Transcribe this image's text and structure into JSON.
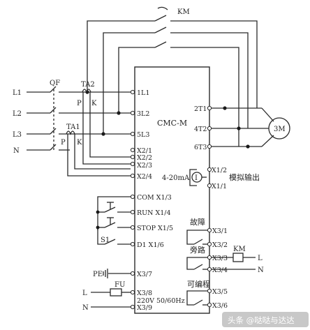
{
  "lines": {
    "l1": "L1",
    "l2": "L2",
    "l3": "L3",
    "n": "N"
  },
  "components": {
    "qf": "QF",
    "km": "KM",
    "ta1": "TA1",
    "ta2": "TA2",
    "p": "P",
    "k": "K",
    "s1": "S1",
    "fu": "FU",
    "motor": "3M",
    "pe": "PE"
  },
  "controller": {
    "model": "CMC-M"
  },
  "terminals": {
    "1l1": "1L1",
    "3l2": "3L2",
    "5l3": "5L3",
    "x21": "X2/1",
    "x22": "X2/2",
    "x23": "X2/3",
    "x24": "X2/4",
    "com": "COM  X1/3",
    "run": "RUN  X1/4",
    "stop": "STOP  X1/5",
    "d1": "D1   X1/6",
    "x37": "X3/7",
    "x38": "X3/8",
    "x39": "X3/9",
    "2t1": "2T1",
    "4t2": "4T2",
    "6t3": "6T3",
    "x12": "X1/2",
    "x11": "X1/1",
    "x31": "X3/1",
    "x32": "X3/2",
    "x33": "X3/3",
    "x34": "X3/4",
    "x35": "X3/5",
    "x36": "X3/6"
  },
  "labels": {
    "analog_range": "4-20mA",
    "analog_i": "I",
    "analog_output": "模拟输出",
    "fault": "故障",
    "bypass": "旁路",
    "programmable": "可编程",
    "supply": "220V 50/60Hz",
    "out_l": "L",
    "out_n": "N",
    "in_l": "L",
    "in_n": "N"
  },
  "watermark": "头条 @哒哒与达达"
}
